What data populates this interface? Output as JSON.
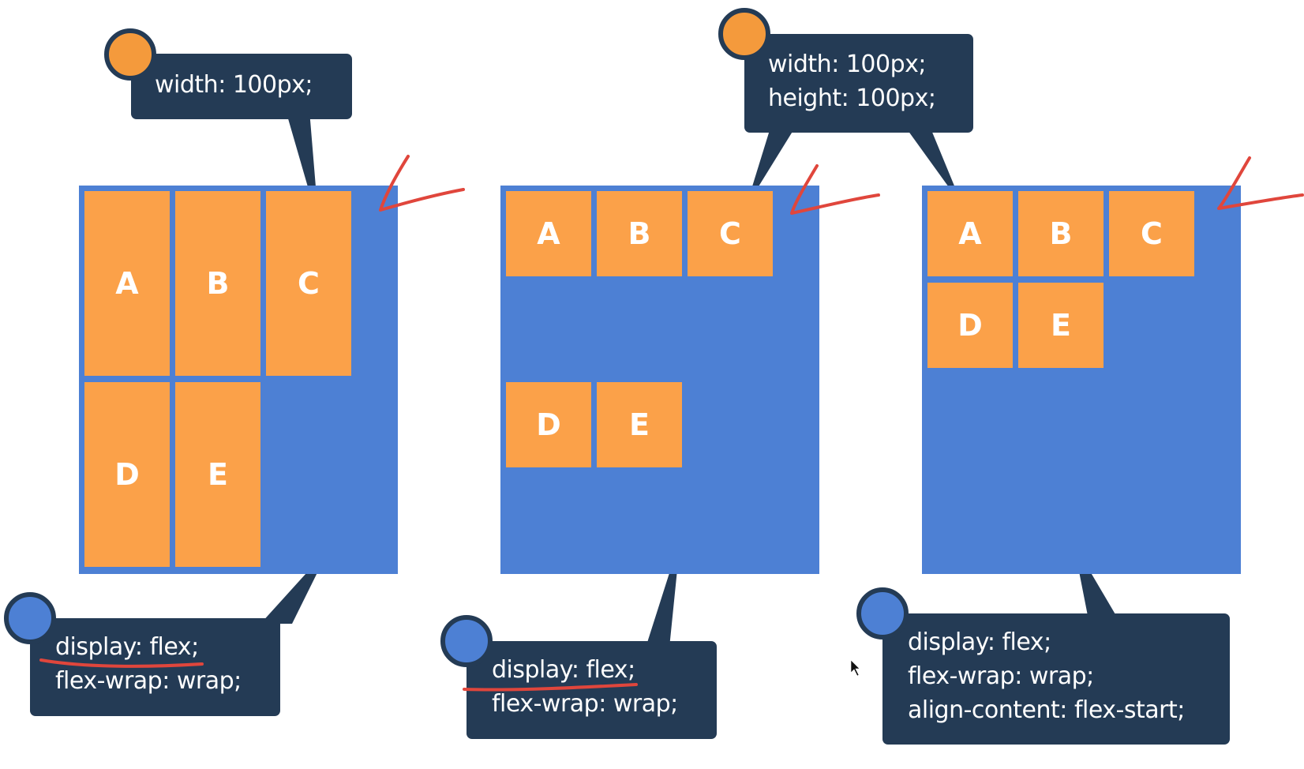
{
  "colors": {
    "container": "#4d80d4",
    "item": "#fba149",
    "callout": "#243b55",
    "accent_orange": "#f49a3c",
    "pen_red": "#e0463c"
  },
  "panels": [
    {
      "items": [
        "A",
        "B",
        "C",
        "D",
        "E"
      ],
      "top_note": {
        "lines": [
          "width: 100px;"
        ]
      },
      "bottom_note": {
        "lines": [
          "display: flex;",
          "flex-wrap: wrap;"
        ]
      }
    },
    {
      "items": [
        "A",
        "B",
        "C",
        "D",
        "E"
      ],
      "top_note": {
        "lines": [
          "width: 100px;",
          "height: 100px;"
        ]
      },
      "bottom_note": {
        "lines": [
          "display: flex;",
          "flex-wrap: wrap;"
        ]
      }
    },
    {
      "items": [
        "A",
        "B",
        "C",
        "D",
        "E"
      ],
      "bottom_note": {
        "lines": [
          "display: flex;",
          "flex-wrap: wrap;",
          "align-content: flex-start;"
        ]
      }
    }
  ]
}
